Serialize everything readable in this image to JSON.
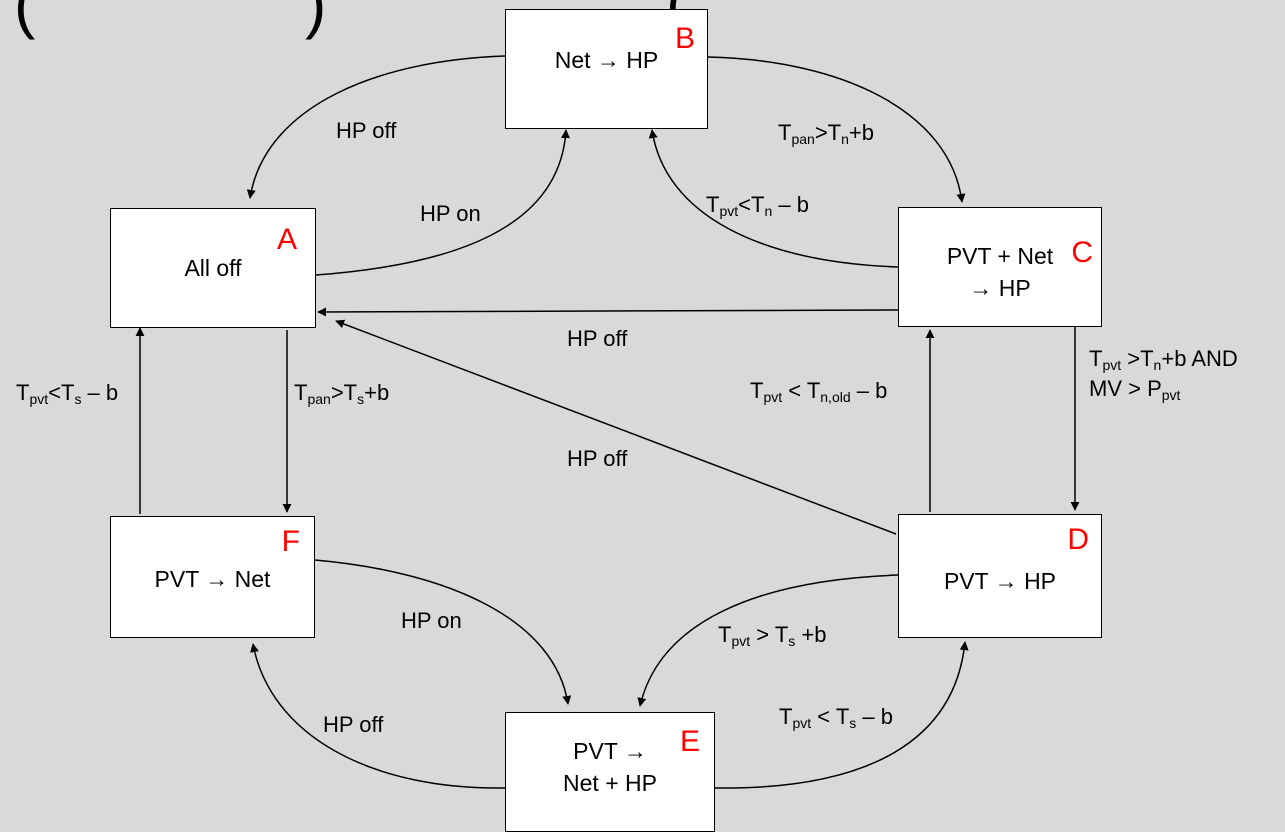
{
  "colors": {
    "background": "#d9d9d9",
    "box_fill": "#ffffff",
    "line": "#000000",
    "state_letter": "#ff0000"
  },
  "partial_glyphs": [
    "(",
    ")",
    "("
  ],
  "states": {
    "A": {
      "letter": "A",
      "line1": "All off",
      "line2": ""
    },
    "B": {
      "letter": "B",
      "line1": "Net → HP",
      "line2": ""
    },
    "C": {
      "letter": "C",
      "line1": "PVT + Net",
      "line2": "→ HP"
    },
    "D": {
      "letter": "D",
      "line1": "PVT → HP",
      "line2": ""
    },
    "E": {
      "letter": "E",
      "line1": "PVT →",
      "line2": "Net + HP"
    },
    "F": {
      "letter": "F",
      "line1": "PVT → Net",
      "line2": ""
    }
  },
  "transitions": {
    "b_to_a": {
      "text": "HP off"
    },
    "a_to_b": {
      "text": "HP on"
    },
    "b_to_c": {
      "t": "T",
      "s1": "pan",
      "m1": ">T",
      "s2": "n",
      "e": "+b"
    },
    "c_to_b": {
      "t": "T",
      "s1": "pvt",
      "m1": "<T",
      "s2": "n",
      "e": " – b"
    },
    "c_to_a": {
      "text": "HP off"
    },
    "c_to_d": {
      "t": "T",
      "s1": "pvt",
      "m1": " >T",
      "s2": "n",
      "e": "+b  AND",
      "line2_main": "MV > P",
      "line2_sub": "pvt"
    },
    "d_to_c": {
      "t": "T",
      "s1": "pvt",
      "m1": " < T",
      "s2": "n,old",
      "e": " – b"
    },
    "d_to_a": {
      "text": "HP off"
    },
    "a_to_f": {
      "t": "T",
      "s1": "pan",
      "m1": ">T",
      "s2": "s",
      "e": "+b"
    },
    "f_to_a": {
      "t": "T",
      "s1": "pvt",
      "m1": "<T",
      "s2": "s",
      "e": " – b"
    },
    "f_to_e": {
      "text": "HP on"
    },
    "e_to_f": {
      "text": "HP off"
    },
    "d_to_e": {
      "t": "T",
      "s1": "pvt",
      "m1": " > T",
      "s2": "s",
      "e": " +b"
    },
    "e_to_d": {
      "t": "T",
      "s1": "pvt",
      "m1": " < T",
      "s2": "s",
      "e": " – b"
    }
  }
}
